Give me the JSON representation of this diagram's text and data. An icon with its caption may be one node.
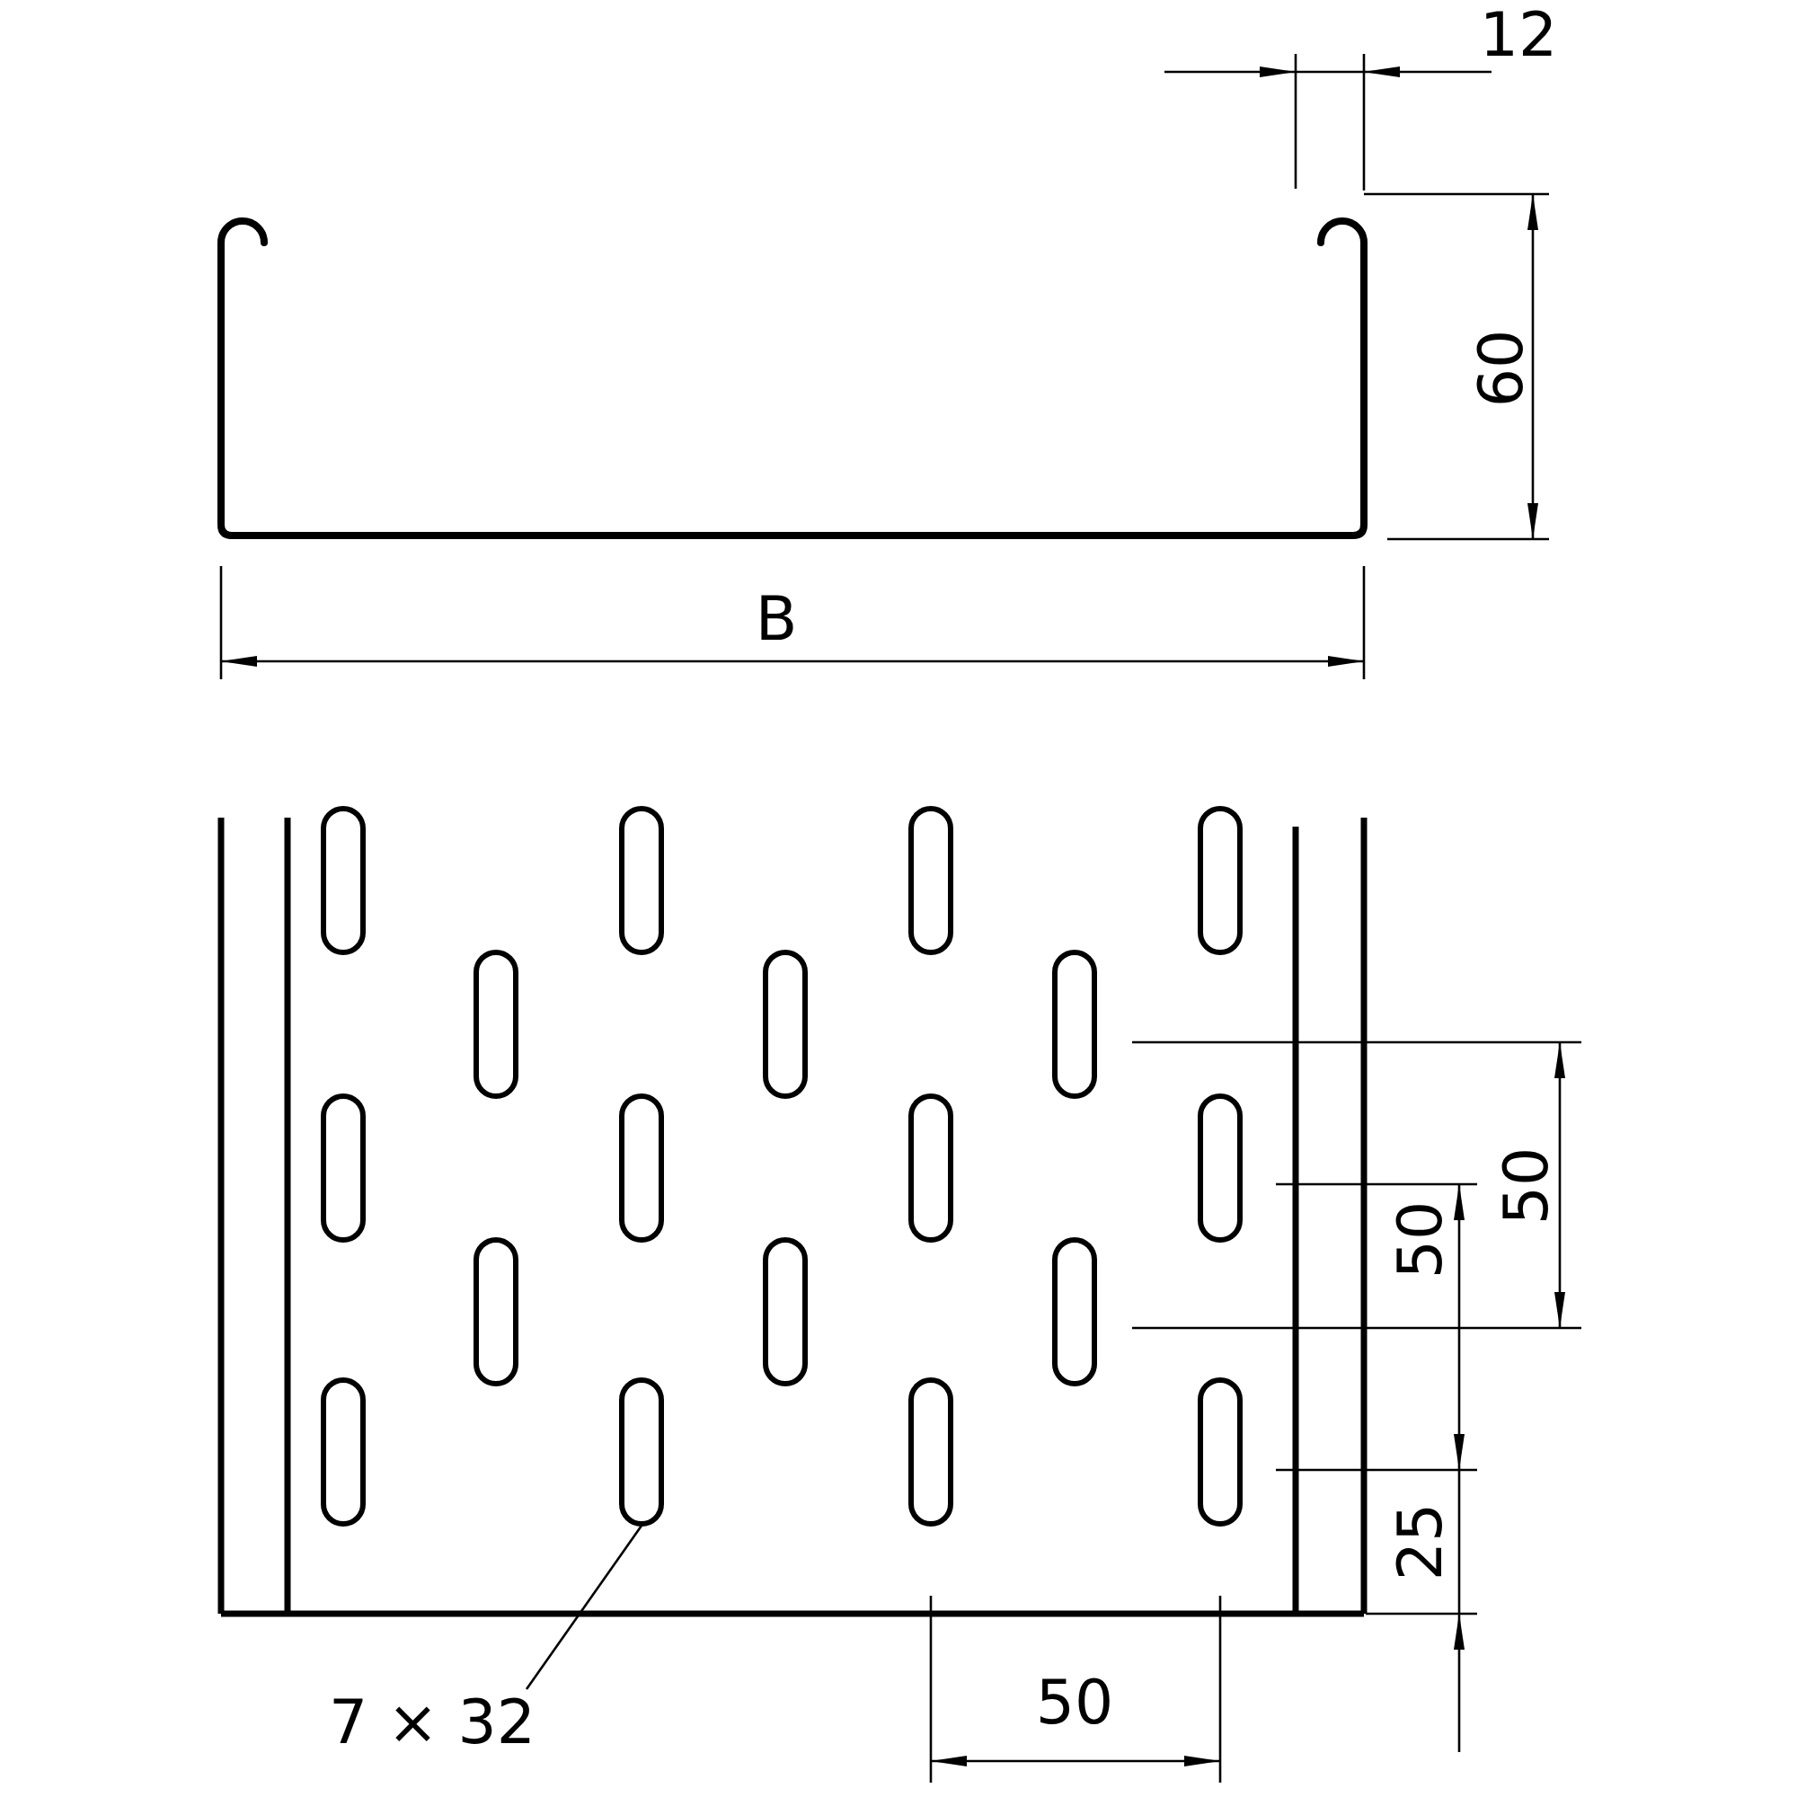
{
  "diagram": {
    "nodes": [
      {
        "text": [
          "7 × 32"
        ]
      },
      {
        "text": [],
        "shape": "bar"
      }
    ],
    "edges": [
      {
        "from": 0,
        "to": 1,
        "arrow": "none"
      }
    ],
    "labels": [
      "12",
      "60",
      "B",
      "50",
      "50",
      "25",
      "50"
    ]
  }
}
